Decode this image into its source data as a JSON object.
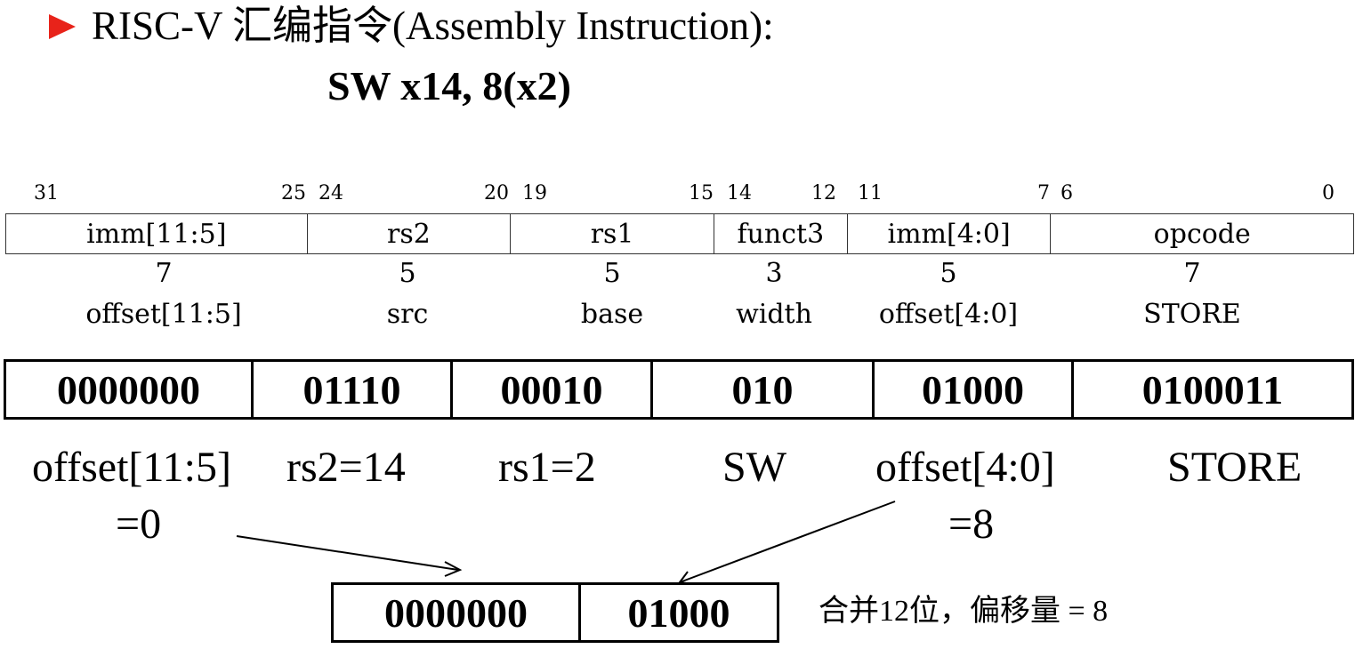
{
  "heading": {
    "text": "RISC-V 汇编指令(Assembly Instruction):",
    "bullet_color": "#e8231a"
  },
  "instruction": "SW x14, 8(x2)",
  "format": {
    "bit_numbers": [
      "31",
      "25",
      "24",
      "20",
      "19",
      "15",
      "14",
      "12",
      "11",
      "7",
      "6",
      "0"
    ],
    "fields": [
      {
        "name": "imm[11:5]",
        "width": "7",
        "meaning": "offset[11:5]"
      },
      {
        "name": "rs2",
        "width": "5",
        "meaning": "src"
      },
      {
        "name": "rs1",
        "width": "5",
        "meaning": "base"
      },
      {
        "name": "funct3",
        "width": "3",
        "meaning": "width"
      },
      {
        "name": "imm[4:0]",
        "width": "5",
        "meaning": "offset[4:0]"
      },
      {
        "name": "opcode",
        "width": "7",
        "meaning": "STORE"
      }
    ]
  },
  "binary": [
    "0000000",
    "01110",
    "00010",
    "010",
    "01000",
    "0100011"
  ],
  "decode": {
    "offset_hi": "offset[11:5]",
    "offset_hi_val": "=0",
    "rs2": "rs2=14",
    "rs1": "rs1=2",
    "funct3": "SW",
    "offset_lo": "offset[4:0]",
    "offset_lo_val": "=8",
    "opcode": "STORE"
  },
  "merged": [
    "0000000",
    "01000"
  ],
  "note": "合并12位，偏移量 = 8"
}
